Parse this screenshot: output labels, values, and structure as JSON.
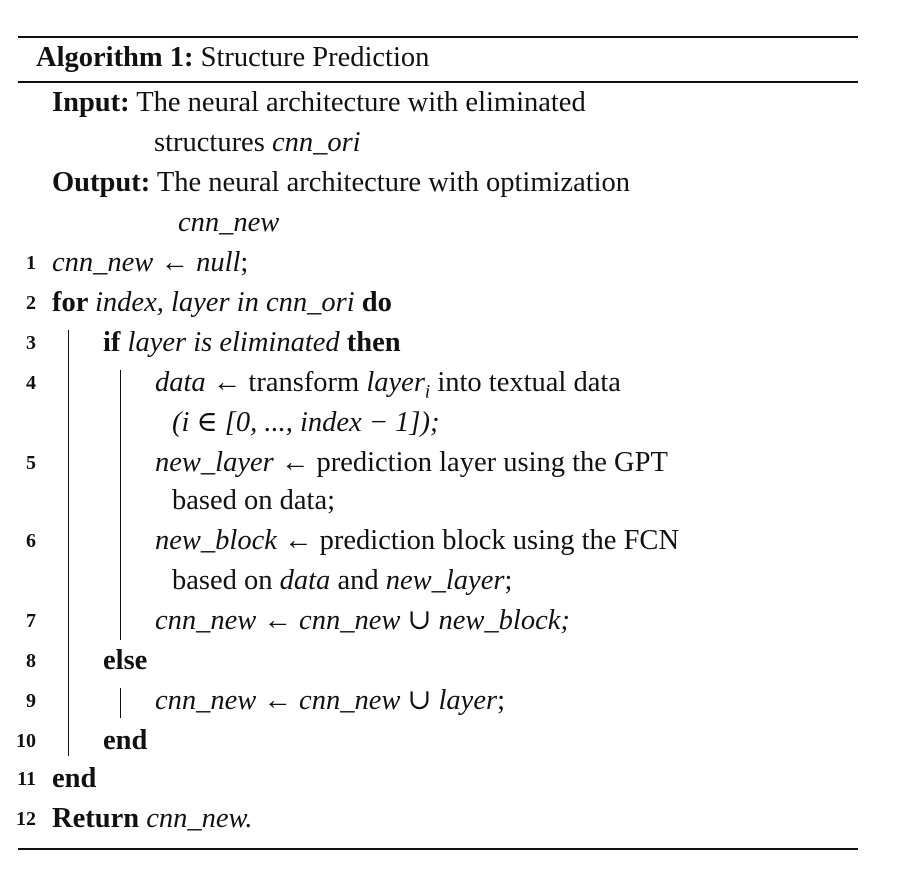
{
  "algorithm": {
    "label": "Algorithm 1:",
    "title": "Structure Prediction",
    "input_label": "Input:",
    "input_text_1": "The neural architecture with eliminated",
    "input_text_2a": "structures ",
    "input_text_2b": "cnn_ori",
    "output_label": "Output:",
    "output_text_1": "The neural architecture with optimization",
    "output_text_2": "cnn_new"
  },
  "lines": [
    {
      "num": "1"
    },
    {
      "num": "2"
    },
    {
      "num": "3"
    },
    {
      "num": "4"
    },
    {
      "num": "5"
    },
    {
      "num": "6"
    },
    {
      "num": "7"
    },
    {
      "num": "8"
    },
    {
      "num": "9"
    },
    {
      "num": "10"
    },
    {
      "num": "11"
    },
    {
      "num": "12"
    }
  ],
  "code": {
    "l1_a": "cnn_new",
    "l1_b": " ← ",
    "l1_c": "null",
    "l1_d": ";",
    "l2_kw1": "for ",
    "l2_var": "index, layer in cnn_ori ",
    "l2_kw2": "do",
    "l3_kw1": "if ",
    "l3_var": "layer is eliminated ",
    "l3_kw2": "then",
    "l4_a": "data",
    "l4_b": " ← transform ",
    "l4_c": "layer",
    "l4_sub": "i",
    "l4_d": " into textual data",
    "l4_e": "(i ∈ [0, ..., index − 1]);",
    "l5_a": "new_layer",
    "l5_b": " ← prediction layer using the GPT",
    "l5_c": "based on data;",
    "l6_a": "new_block",
    "l6_b": " ← prediction block using the FCN",
    "l6_c1": "based on ",
    "l6_c2": "data",
    "l6_c3": " and ",
    "l6_c4": "new_layer",
    "l6_c5": ";",
    "l7": "cnn_new ← cnn_new ∪ new_block;",
    "l8_kw": "else",
    "l9_a": "cnn_new ← cnn_new ∪ ",
    "l9_b": "layer",
    "l9_c": ";",
    "l10_kw": "end",
    "l11_kw": "end",
    "l12_kw": "Return ",
    "l12_var": "cnn_new."
  }
}
